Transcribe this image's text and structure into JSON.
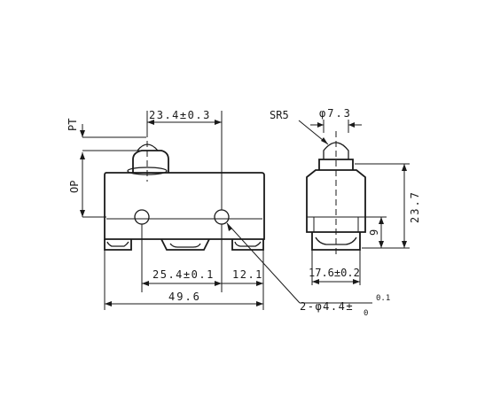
{
  "dimensions": {
    "pt": "PT",
    "op": "OP",
    "d_23_4": "23.4±0.3",
    "sr5": "SR5",
    "phi_7_3": "φ7.3",
    "d_23_7": "23.7",
    "d_9": "9",
    "d_25_4": "25.4±0.1",
    "d_12_1": "12.1",
    "d_17_6": "17.6±0.2",
    "d_49_6": "49.6",
    "holes_main": "2-φ4.4±",
    "tol_upper": "0.1",
    "tol_lower": "0"
  }
}
